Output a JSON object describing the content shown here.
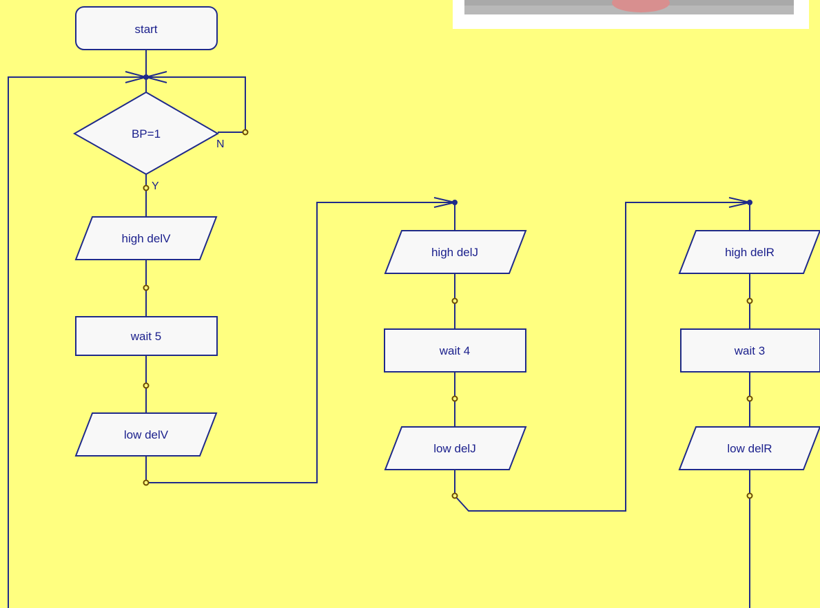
{
  "flowchart": {
    "start_label": "start",
    "decision": {
      "condition": "BP=1",
      "yes_label": "Y",
      "no_label": "N"
    },
    "column_1": {
      "output_high": "high delV",
      "wait": "wait 5",
      "output_low": "low delV"
    },
    "column_2": {
      "output_high": "high delJ",
      "wait": "wait 4",
      "output_low": "low delJ"
    },
    "column_3": {
      "output_high": "high delR",
      "wait": "wait 3",
      "output_low": "low delR"
    }
  },
  "colors": {
    "background": "#ffff80",
    "shape_fill": "#f8f8f8",
    "line": "#1f2a8a",
    "text": "#1a1f8c",
    "photo_frame": "#ffffff",
    "photo": "#b8b8b8"
  }
}
